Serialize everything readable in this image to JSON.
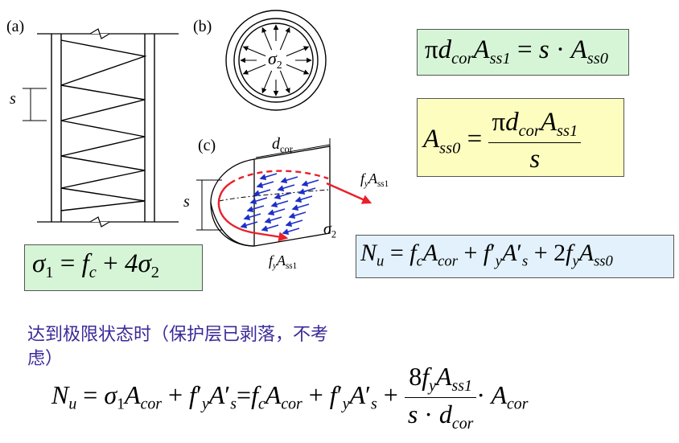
{
  "labels": {
    "panel_a": "(a)",
    "panel_b": "(b)",
    "panel_c": "(c)",
    "spacing_a": "s",
    "spacing_c": "s",
    "sigma2_b": "σ",
    "sigma2_b_sub": "2",
    "sigma2_c": "σ",
    "sigma2_c_sub": "2",
    "dcor_main": "d",
    "dcor_sub": "cor",
    "force_top_main": "f",
    "force_top_y": "y",
    "force_top_A": "A",
    "force_top_sub": "ss1",
    "force_bot_main": "f",
    "force_bot_y": "y",
    "force_bot_A": "A",
    "force_bot_sub": "ss1"
  },
  "formulas": {
    "f1": {
      "lhs_pi": "π",
      "lhs_d": "d",
      "lhs_dsub": "cor",
      "lhs_A": "A",
      "lhs_Asub": "ss1",
      "eq": "=",
      "rhs_s": "s",
      "rhs_dot": "·",
      "rhs_A": "A",
      "rhs_Asub": "ss0"
    },
    "f2": {
      "lhs_A": "A",
      "lhs_Asub": "ss0",
      "eq": "=",
      "num_pi": "π",
      "num_d": "d",
      "num_dsub": "cor",
      "num_A": "A",
      "num_Asub": "ss1",
      "den_s": "s"
    },
    "f3": {
      "sigma": "σ",
      "sub1": "1",
      "eq": "=",
      "f": "f",
      "fsub": "c",
      "plus": "+",
      "four": "4σ",
      "sub2": "2"
    },
    "f4": {
      "N": "N",
      "Nsub": "u",
      "eq": "=",
      "f1": "f",
      "f1sub": "c",
      "A1": "A",
      "A1sub": "cor",
      "plus1": "+",
      "f2": "f",
      "f2sup": "′",
      "f2sub": "y",
      "A2": "A",
      "A2sup": "′",
      "A2sub": "s",
      "plus2": "+",
      "two": "2",
      "f3": "f",
      "f3sub": "y",
      "A3": "A",
      "A3sub": "ss0"
    },
    "f5": {
      "N": "N",
      "Nsub": "u",
      "eq1": "=",
      "sigma": "σ",
      "sigsub": "1",
      "A1": "A",
      "A1sub": "cor",
      "plus1": "+",
      "fy1": "f",
      "fy1sup": "′",
      "fy1sub": "y",
      "As1": "A",
      "As1sup": "′",
      "As1sub": "s",
      "eq2": "=",
      "fc": "f",
      "fcsub": "c",
      "A2": "A",
      "A2sub": "cor",
      "plus2": "+",
      "fy2": "f",
      "fy2sup": "′",
      "fy2sub": "y",
      "As2": "A",
      "As2sup": "′",
      "As2sub": "s",
      "plus3": "+",
      "num_8": "8",
      "num_f": "f",
      "num_fsub": "y",
      "num_A": "A",
      "num_Asub": "ss1",
      "den_s": "s",
      "den_dot": "·",
      "den_d": "d",
      "den_dsub": "cor",
      "dot": "·",
      "Ac": "A",
      "Acsub": "cor"
    }
  },
  "caption": {
    "line1": "达到极限状态时（保护层已剥落，不考",
    "line2": "虑）"
  },
  "colors": {
    "box_green": "#d6f5d6",
    "box_yellow": "#fdfdc0",
    "box_blue": "#e2f1fb",
    "arrow_red": "#e8202a",
    "arrow_blue": "#1d2fc8",
    "caption": "#3a2a9a"
  }
}
